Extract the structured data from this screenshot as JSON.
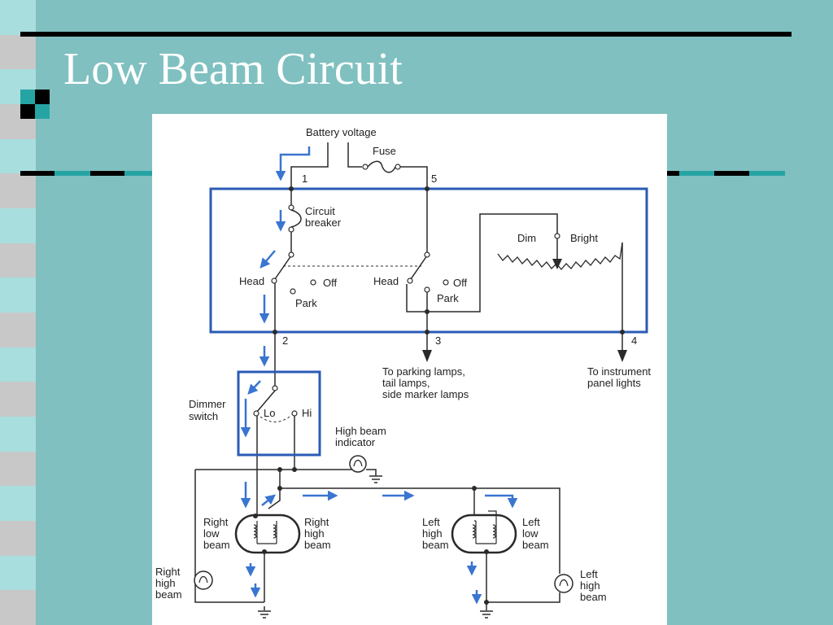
{
  "slide": {
    "title": "Low Beam Circuit",
    "colors": {
      "background": "#80c0c0",
      "strip_light": "#a8dede",
      "strip_gray": "#c8c8c8",
      "rule": "#000000",
      "rule_accent": "#26a4a4",
      "bullet_dark": "#000000",
      "bullet_teal": "#26a4a4",
      "title_text": "#ffffff"
    }
  },
  "diagram": {
    "colors": {
      "wire": "#2a2a2a",
      "switch_box": "#2a5bb5",
      "current_arrow": "#3a75d0"
    },
    "labels": {
      "battery_voltage": "Battery voltage",
      "fuse": "Fuse",
      "terminal_1": "1",
      "terminal_5": "5",
      "terminal_2": "2",
      "terminal_3": "3",
      "terminal_4": "4",
      "circuit": "Circuit",
      "breaker": "breaker",
      "dim": "Dim",
      "bright": "Bright",
      "head_left": "Head",
      "off_left": "Off",
      "park_left": "Park",
      "head_right": "Head",
      "off_right": "Off",
      "park_right": "Park",
      "parking_line1": "To parking lamps,",
      "parking_line2": "tail lamps,",
      "parking_line3": "side marker lamps",
      "instrument_line1": "To instrument",
      "instrument_line2": "panel lights",
      "dimmer": "Dimmer",
      "switch": "switch",
      "lo": "Lo",
      "hi": "Hi",
      "high_beam_line1": "High beam",
      "high_beam_line2": "indicator",
      "right_low_1": "Right",
      "right_low_2": "low",
      "right_low_3": "beam",
      "right_high_1": "Right",
      "right_high_2": "high",
      "right_high_3": "beam",
      "left_high_1": "Left",
      "left_high_2": "high",
      "left_high_3": "beam",
      "left_low_1": "Left",
      "left_low_2": "low",
      "left_low_3": "beam",
      "right_high_lamp_1": "Right",
      "right_high_lamp_2": "high",
      "right_high_lamp_3": "beam",
      "left_high_lamp_1": "Left",
      "left_high_lamp_2": "high",
      "left_high_lamp_3": "beam"
    }
  }
}
